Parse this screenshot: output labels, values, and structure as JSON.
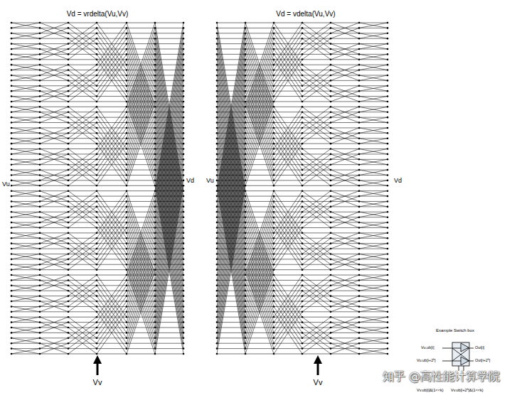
{
  "diagram": {
    "labels": [
      "Vd = vrdelta(Vu,Vv)",
      "Vd = vdelta(Vu,Vv)",
      "Vu",
      "Vd",
      "Vu",
      "Vd",
      "Vv",
      "Vv",
      "Example Switch box",
      "Vu.ub[i]",
      "Vu.ub[i+2ᵏ]",
      "Out[i]",
      "Out[i+2ᵏ]",
      "Vv.ub[i]&(1<<k)",
      "Vv.ub[i+2ᵏ]&(1<<k)",
      "知乎 @高性能计算学院"
    ]
  }
}
